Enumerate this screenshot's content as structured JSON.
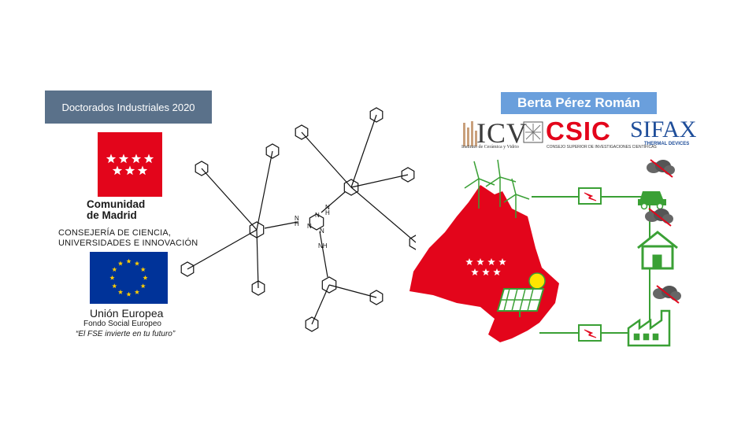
{
  "left_panel": {
    "program_banner": "Doctorados Industriales 2020",
    "region_name_line1": "Comunidad",
    "region_name_line2": "de Madrid",
    "department_line1": "CONSEJERÍA DE CIENCIA,",
    "department_line2": "UNIVERSIDADES E INNOVACIÓN",
    "eu_name": "Unión Europea",
    "fund_name": "Fondo Social Europeo",
    "fund_motto": "“El FSE invierte en tu futuro”"
  },
  "molecule": {
    "amine_labels": [
      "N\nH",
      "N\nH",
      "NH"
    ],
    "ring_atoms": "N"
  },
  "right_panel": {
    "author": "Berta Pérez Román",
    "icv_logo": "ICV",
    "icv_subtitle": "Instituto de Cerámica y Vidrio",
    "csic_logo": "CSIC",
    "csic_subtitle": "CONSEJO SUPERIOR DE INVESTIGACIONES CIENTÍFICAS",
    "sifax_logo": "SIFAX",
    "sifax_subtitle": "THERMAL DEVICES"
  },
  "colors": {
    "madrid_red": "#e3051b",
    "banner_slate": "#5a718a",
    "author_blue": "#6a9fdc",
    "eu_blue": "#003399",
    "eu_gold": "#ffcc00",
    "energy_green": "#3aa035"
  },
  "icons": [
    "star-icon",
    "wind-turbine-icon",
    "solar-panel-icon",
    "car-icon",
    "house-icon",
    "factory-icon",
    "smoke-cloud-icon",
    "lightning-icon"
  ]
}
